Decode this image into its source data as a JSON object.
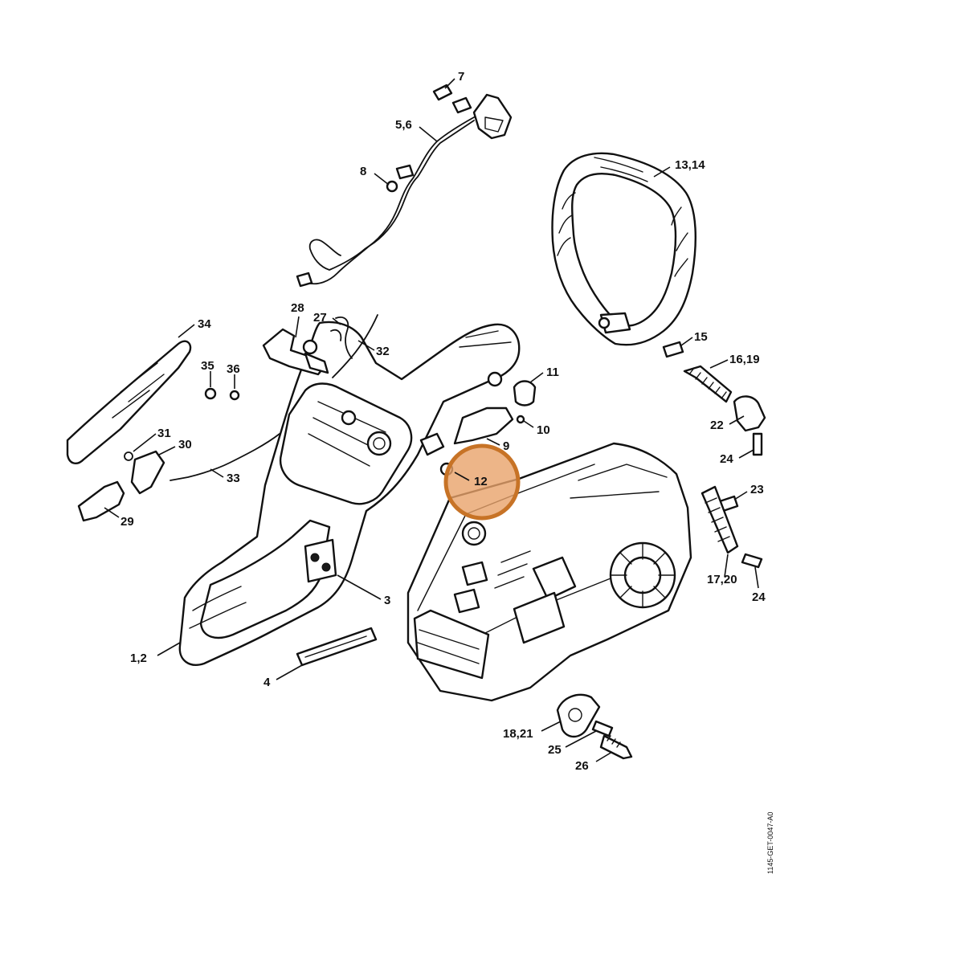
{
  "highlight": {
    "part": "12",
    "color": "#e8a36a",
    "ring_color": "#c77326"
  },
  "callouts": [
    {
      "id": "c7",
      "label": "7"
    },
    {
      "id": "c56",
      "label": "5,6"
    },
    {
      "id": "c8",
      "label": "8"
    },
    {
      "id": "c1314",
      "label": "13,14"
    },
    {
      "id": "c28",
      "label": "28"
    },
    {
      "id": "c27",
      "label": "27"
    },
    {
      "id": "c32",
      "label": "32"
    },
    {
      "id": "c34",
      "label": "34"
    },
    {
      "id": "c35",
      "label": "35"
    },
    {
      "id": "c36",
      "label": "36"
    },
    {
      "id": "c11",
      "label": "11"
    },
    {
      "id": "c15",
      "label": "15"
    },
    {
      "id": "c1619",
      "label": "16,19"
    },
    {
      "id": "c10",
      "label": "10"
    },
    {
      "id": "c9",
      "label": "9"
    },
    {
      "id": "c31",
      "label": "31"
    },
    {
      "id": "c30",
      "label": "30"
    },
    {
      "id": "c33",
      "label": "33"
    },
    {
      "id": "c12",
      "label": "12"
    },
    {
      "id": "c22",
      "label": "22"
    },
    {
      "id": "c24a",
      "label": "24"
    },
    {
      "id": "c23",
      "label": "23"
    },
    {
      "id": "c29",
      "label": "29"
    },
    {
      "id": "c1720",
      "label": "17,20"
    },
    {
      "id": "c24b",
      "label": "24"
    },
    {
      "id": "c3",
      "label": "3"
    },
    {
      "id": "c12b",
      "label": "1,2"
    },
    {
      "id": "c4",
      "label": "4"
    },
    {
      "id": "c1821",
      "label": "18,21"
    },
    {
      "id": "c25",
      "label": "25"
    },
    {
      "id": "c26",
      "label": "26"
    }
  ],
  "drawing_code": "1145-GET-0047-A0"
}
